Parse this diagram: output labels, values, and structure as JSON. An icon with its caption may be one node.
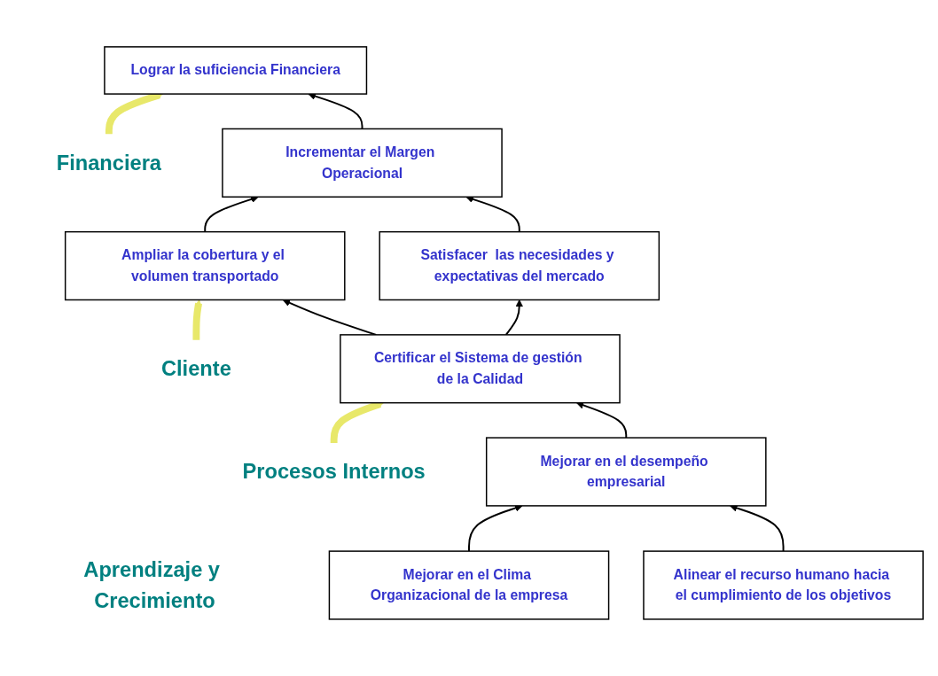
{
  "diagram": {
    "nodes": [
      {
        "text": [
          "Lograr la suficiencia Financiera"
        ]
      },
      {
        "text": [
          "Financiera"
        ]
      },
      {
        "text": [
          "Incrementar el Margen Operacional"
        ]
      },
      {
        "text": [
          "Cliente"
        ]
      },
      {
        "text": [
          "Ampliar la cobertura y el volumen transportado"
        ]
      },
      {
        "text": [
          "Satisfacer  las necesidades y expectativas del mercado"
        ]
      },
      {
        "text": [
          "Procesos Internos"
        ]
      },
      {
        "text": [
          "Certificar el Sistema de gestión de la Calidad"
        ]
      },
      {
        "text": [
          "Mejorar en el desempeño empresarial"
        ]
      },
      {
        "text": [
          "Aprendizaje y Crecimiento"
        ]
      },
      {
        "text": [
          "Mejorar en el Clima Organizacional de la empresa"
        ]
      },
      {
        "text": [
          "Alinear el recurso humano hacia el cumplimiento de los objetivos"
        ]
      }
    ],
    "edges": [
      {
        "from": 2,
        "to": 0,
        "arrow": "to"
      },
      {
        "from": 4,
        "to": 2,
        "arrow": "to"
      },
      {
        "from": 5,
        "to": 2,
        "arrow": "to"
      },
      {
        "from": 7,
        "to": 4,
        "arrow": "to"
      },
      {
        "from": 7,
        "to": 5,
        "arrow": "to"
      },
      {
        "from": 8,
        "to": 7,
        "arrow": "to"
      },
      {
        "from": 10,
        "to": 8,
        "arrow": "to"
      },
      {
        "from": 11,
        "to": 8,
        "arrow": "to"
      },
      {
        "from": 1,
        "to": 0,
        "arrow": "to",
        "style": "thick",
        "color": "#e8e86a"
      },
      {
        "from": 3,
        "to": 4,
        "arrow": "to",
        "style": "thick",
        "color": "#e8e86a"
      },
      {
        "from": 6,
        "to": 7,
        "arrow": "to",
        "style": "thick",
        "color": "#e8e86a"
      }
    ]
  }
}
